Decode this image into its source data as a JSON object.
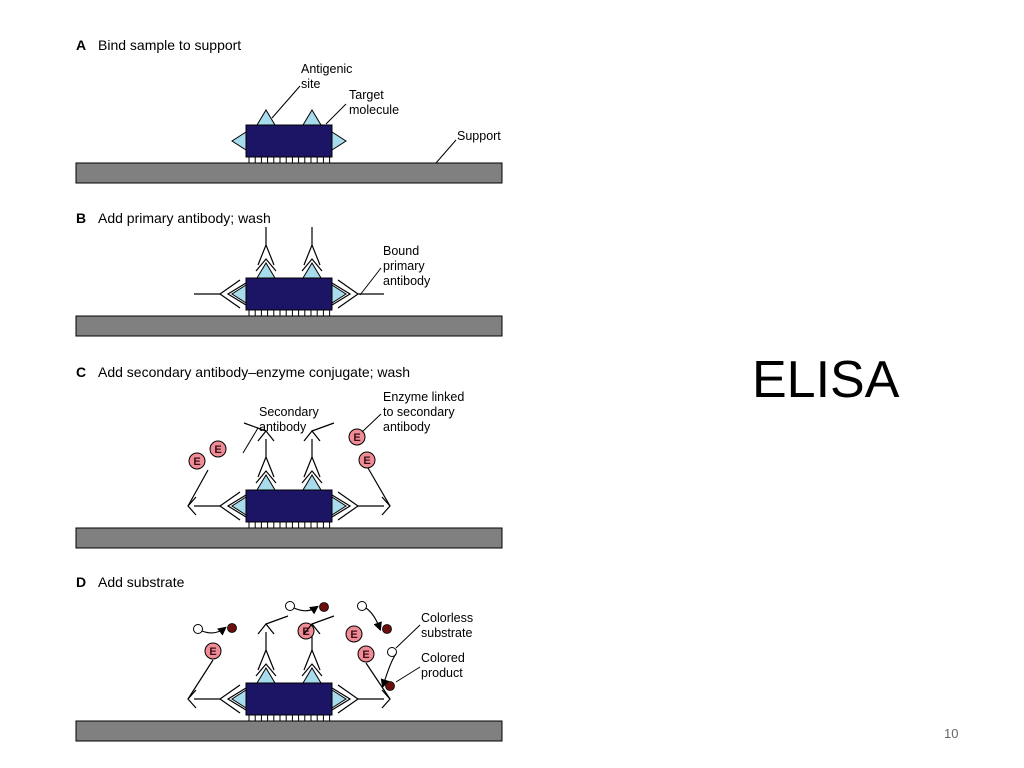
{
  "slide": {
    "title": "ELISA",
    "page_number": "10"
  },
  "panels": [
    {
      "letter": "A",
      "title": "Bind sample to support"
    },
    {
      "letter": "B",
      "title": "Add primary antibody; wash"
    },
    {
      "letter": "C",
      "title": "Add secondary antibody–enzyme conjugate; wash"
    },
    {
      "letter": "D",
      "title": "Add substrate"
    }
  ],
  "labels": {
    "antigenic_site": "Antigenic\nsite",
    "target_molecule": "Target\nmolecule",
    "support": "Support",
    "bound_primary_antibody": "Bound\nprimary\nantibody",
    "secondary_antibody": "Secondary\nantibody",
    "enzyme_linked": "Enzyme linked\nto secondary\nantibody",
    "colorless_substrate": "Colorless\nsubstrate",
    "colored_product": "Colored\nproduct"
  },
  "enzyme_letter": "E",
  "colors": {
    "support": "#808080",
    "target_molecule": "#1c1464",
    "antigenic_site": "#a8dcec",
    "enzyme": "#f08c96",
    "colored_product": "#6a0e0e"
  }
}
